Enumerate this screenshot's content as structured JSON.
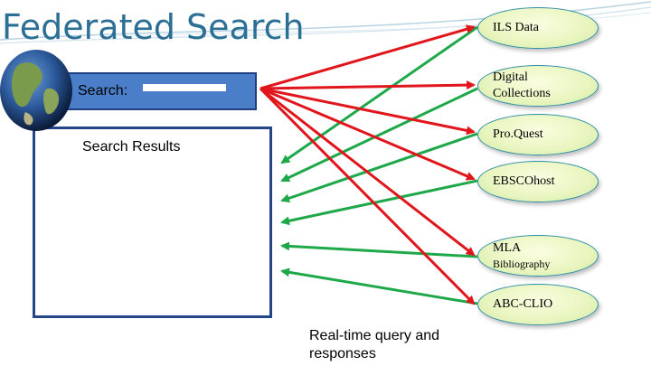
{
  "title": "Federated Search",
  "search": {
    "label": "Search:"
  },
  "results": {
    "label": "Search Results"
  },
  "sources": [
    {
      "line1": "ILS Data",
      "line2": ""
    },
    {
      "line1": "Digital",
      "line2": "Collections"
    },
    {
      "line1": "Pro.Quest",
      "line2": ""
    },
    {
      "line1": "EBSCOhost",
      "line2": ""
    },
    {
      "line1": "MLA",
      "line2": "Bibliography"
    },
    {
      "line1": "ABC-CLIO",
      "line2": ""
    }
  ],
  "caption": {
    "line1": "Real-time query and",
    "line2": "responses"
  },
  "colors": {
    "title": "#2b6f95",
    "query_arrow": "#e0161c",
    "response_arrow": "#1fa84a",
    "search_bar": "#4a7ec8",
    "results_border": "#24458a"
  },
  "icons": {
    "globe": "earth-globe-icon"
  }
}
